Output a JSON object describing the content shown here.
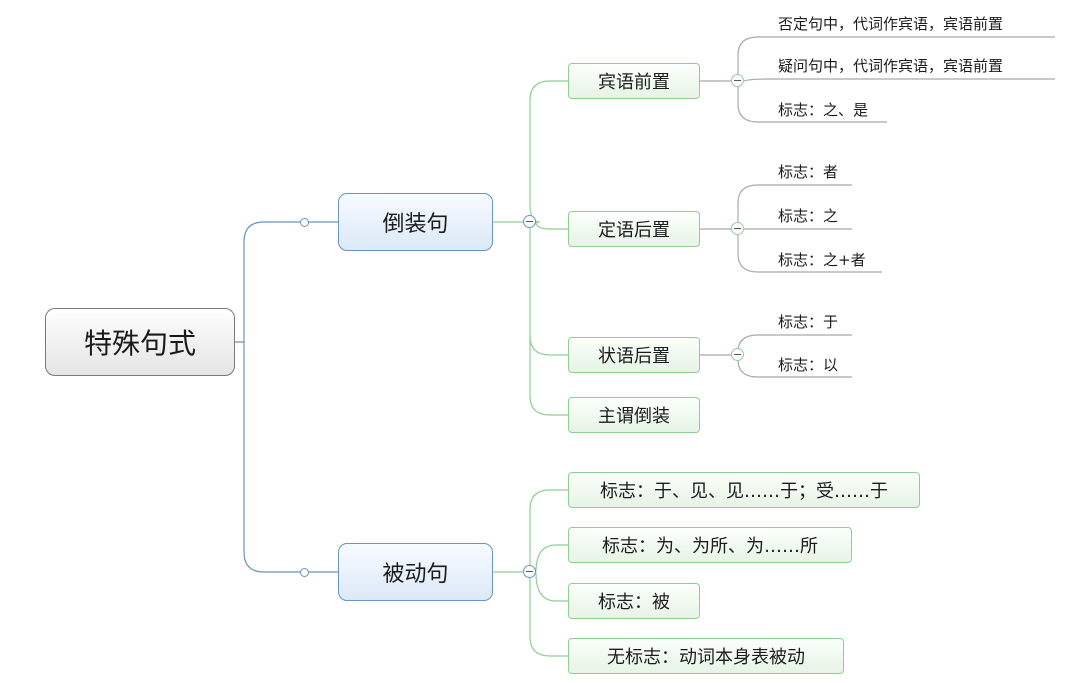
{
  "mindmap": {
    "root": "特殊句式",
    "branches": [
      {
        "label": "倒装句",
        "children": [
          {
            "label": "宾语前置",
            "leaves": [
              "否定句中，代词作宾语，宾语前置",
              "疑问句中，代词作宾语，宾语前置",
              "标志：之、是"
            ]
          },
          {
            "label": "定语后置",
            "leaves": [
              "标志：者",
              "标志：之",
              "标志：之+者"
            ]
          },
          {
            "label": "状语后置",
            "leaves": [
              "标志：于",
              "标志：以"
            ]
          },
          {
            "label": "主谓倒装",
            "leaves": []
          }
        ]
      },
      {
        "label": "被动句",
        "children": [
          {
            "label": "标志：于、见、见……于；受……于",
            "leaves": []
          },
          {
            "label": "标志：为、为所、为……所",
            "leaves": []
          },
          {
            "label": "标志：被",
            "leaves": []
          },
          {
            "label": "无标志：动词本身表被动",
            "leaves": []
          }
        ]
      }
    ]
  },
  "colors": {
    "root_border": "#7a7a7a",
    "level1_border": "#6b93bf",
    "level1_fill": "#dce9f7",
    "level2_border": "#8fcf94",
    "level2_fill": "#e6f4e6",
    "link_blue": "#6b93bf",
    "link_green": "#8fcf94",
    "leaf_line": "#a9a9a9"
  }
}
